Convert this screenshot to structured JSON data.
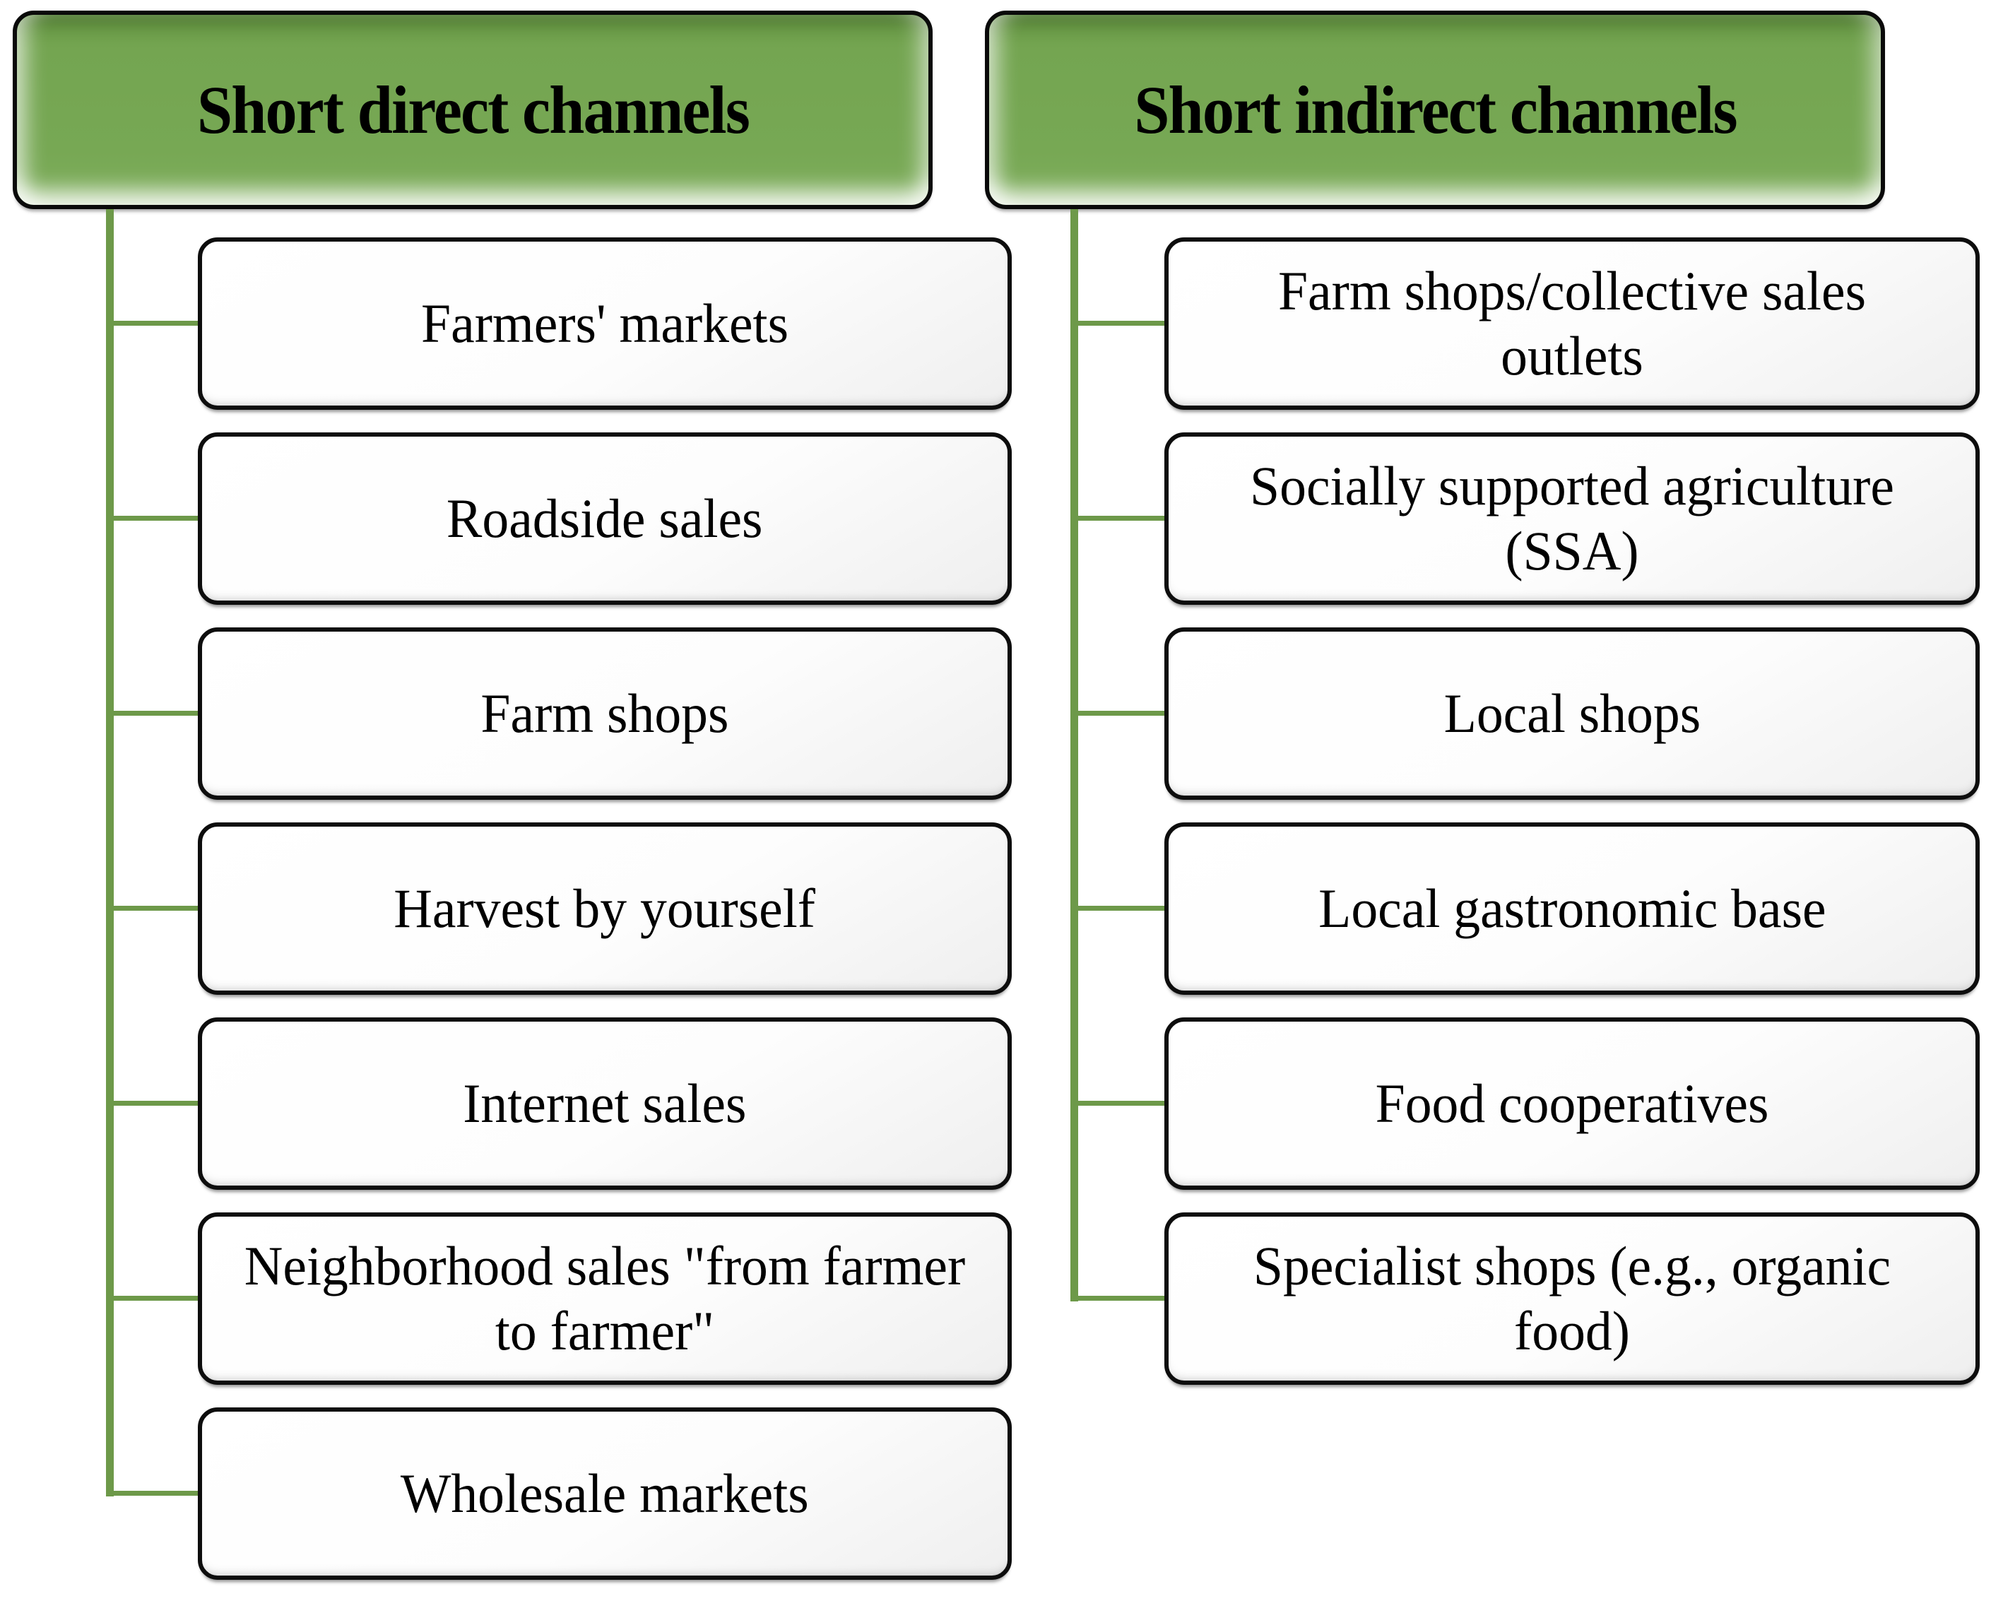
{
  "columns": [
    {
      "header": "Short direct channels",
      "items": [
        "Farmers' markets",
        "Roadside sales",
        "Farm shops",
        "Harvest by yourself",
        "Internet sales",
        "Neighborhood sales \"from farmer to farmer\"",
        "Wholesale markets"
      ]
    },
    {
      "header": "Short indirect channels",
      "items": [
        "Farm shops/collective sales outlets",
        "Socially supported agriculture (SSA)",
        "Local shops",
        "Local gastronomic base",
        "Food cooperatives",
        "Specialist shops (e.g., organic food)"
      ]
    }
  ],
  "colors": {
    "header_green": "#76a852",
    "connector_green": "#6d9949",
    "border_black": "#0a0a0a",
    "box_fill": "#fcfcfc"
  }
}
